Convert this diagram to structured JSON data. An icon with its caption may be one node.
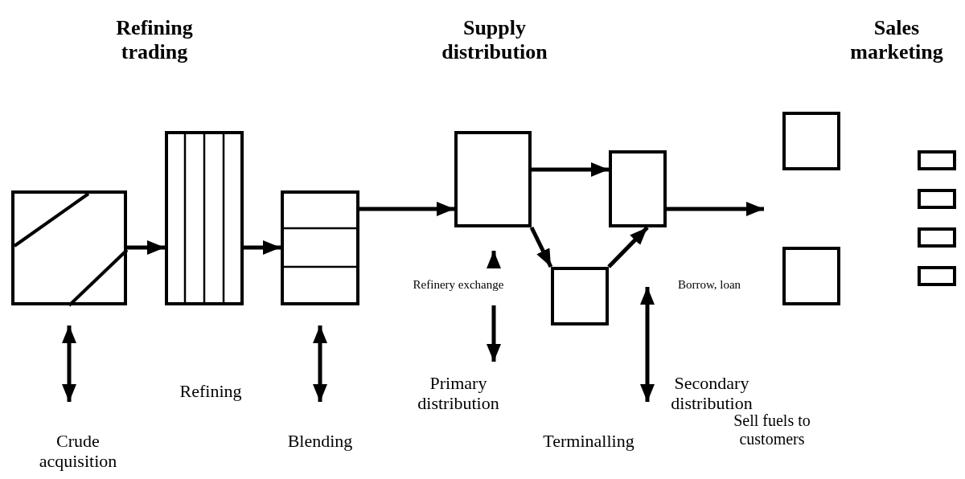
{
  "diagram": {
    "nodes": [
      {
        "text": [],
        "shape": "box"
      },
      {
        "text": [],
        "shape": "box"
      },
      {
        "text": [],
        "shape": "box"
      },
      {
        "text": [],
        "shape": "box"
      },
      {
        "text": [],
        "shape": "box"
      },
      {
        "text": [],
        "shape": "box"
      },
      {
        "text": [],
        "shape": "box"
      },
      {
        "text": [],
        "shape": "box"
      },
      {
        "text": [],
        "shape": "box"
      },
      {
        "text": [],
        "shape": "box"
      },
      {
        "text": [],
        "shape": "box"
      },
      {
        "text": [],
        "shape": "box"
      }
    ],
    "edges": [
      {
        "from": 0,
        "to": 1,
        "arrow": "to"
      },
      {
        "from": 1,
        "to": 2,
        "arrow": "to"
      },
      {
        "from": 2,
        "to": 3,
        "arrow": "to"
      },
      {
        "from": 3,
        "to": 4,
        "arrow": "to"
      },
      {
        "from": 3,
        "to": 5,
        "arrow": "to"
      },
      {
        "from": 5,
        "to": 4,
        "arrow": "to"
      },
      {
        "from": 4,
        "to": null,
        "arrow": "to"
      }
    ],
    "labels": [
      "Refining trading",
      "Supply distribution",
      "Sales marketing",
      "Refining",
      "Refinery exchange",
      "Borrow, loan",
      "Primary distribution",
      "Secondary distribution",
      "Sell fuels to customers",
      "Crude acquisition",
      "Blending",
      "Terminalling"
    ]
  }
}
